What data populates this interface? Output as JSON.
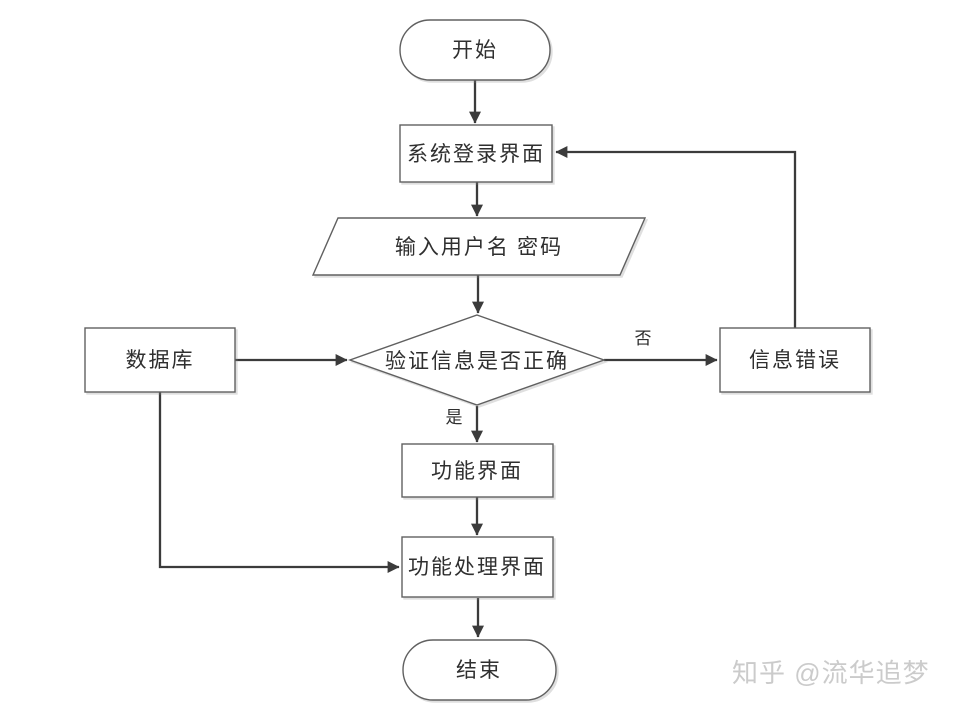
{
  "diagram": {
    "title": "login-system-flowchart",
    "nodes": [
      {
        "id": "start",
        "type": "terminator",
        "label": "开始"
      },
      {
        "id": "login",
        "type": "process",
        "label": "系统登录界面"
      },
      {
        "id": "input",
        "type": "input-output",
        "label": "输入用户名 密码"
      },
      {
        "id": "verify",
        "type": "decision",
        "label": "验证信息是否正确"
      },
      {
        "id": "database",
        "type": "process",
        "label": "数据库"
      },
      {
        "id": "error",
        "type": "process",
        "label": "信息错误"
      },
      {
        "id": "function",
        "type": "process",
        "label": "功能界面"
      },
      {
        "id": "handle",
        "type": "process",
        "label": "功能处理界面"
      },
      {
        "id": "end",
        "type": "terminator",
        "label": "结束"
      }
    ],
    "edge_labels": {
      "no": "否",
      "yes": "是"
    },
    "edges": [
      {
        "from": "start",
        "to": "login",
        "label": ""
      },
      {
        "from": "login",
        "to": "input",
        "label": ""
      },
      {
        "from": "input",
        "to": "verify",
        "label": ""
      },
      {
        "from": "database",
        "to": "verify",
        "label": ""
      },
      {
        "from": "verify",
        "to": "error",
        "label": "否"
      },
      {
        "from": "error",
        "to": "login",
        "label": ""
      },
      {
        "from": "verify",
        "to": "function",
        "label": "是"
      },
      {
        "from": "function",
        "to": "handle",
        "label": ""
      },
      {
        "from": "database",
        "to": "handle",
        "label": ""
      },
      {
        "from": "handle",
        "to": "end",
        "label": ""
      }
    ],
    "colors": {
      "background": "#ffffff",
      "shape_border": "#606060",
      "arrow": "#3b3b3b",
      "text": "#2f2f2f",
      "watermark": "#cbcbcb"
    }
  },
  "watermark": {
    "text": "知乎 @流华追梦"
  }
}
